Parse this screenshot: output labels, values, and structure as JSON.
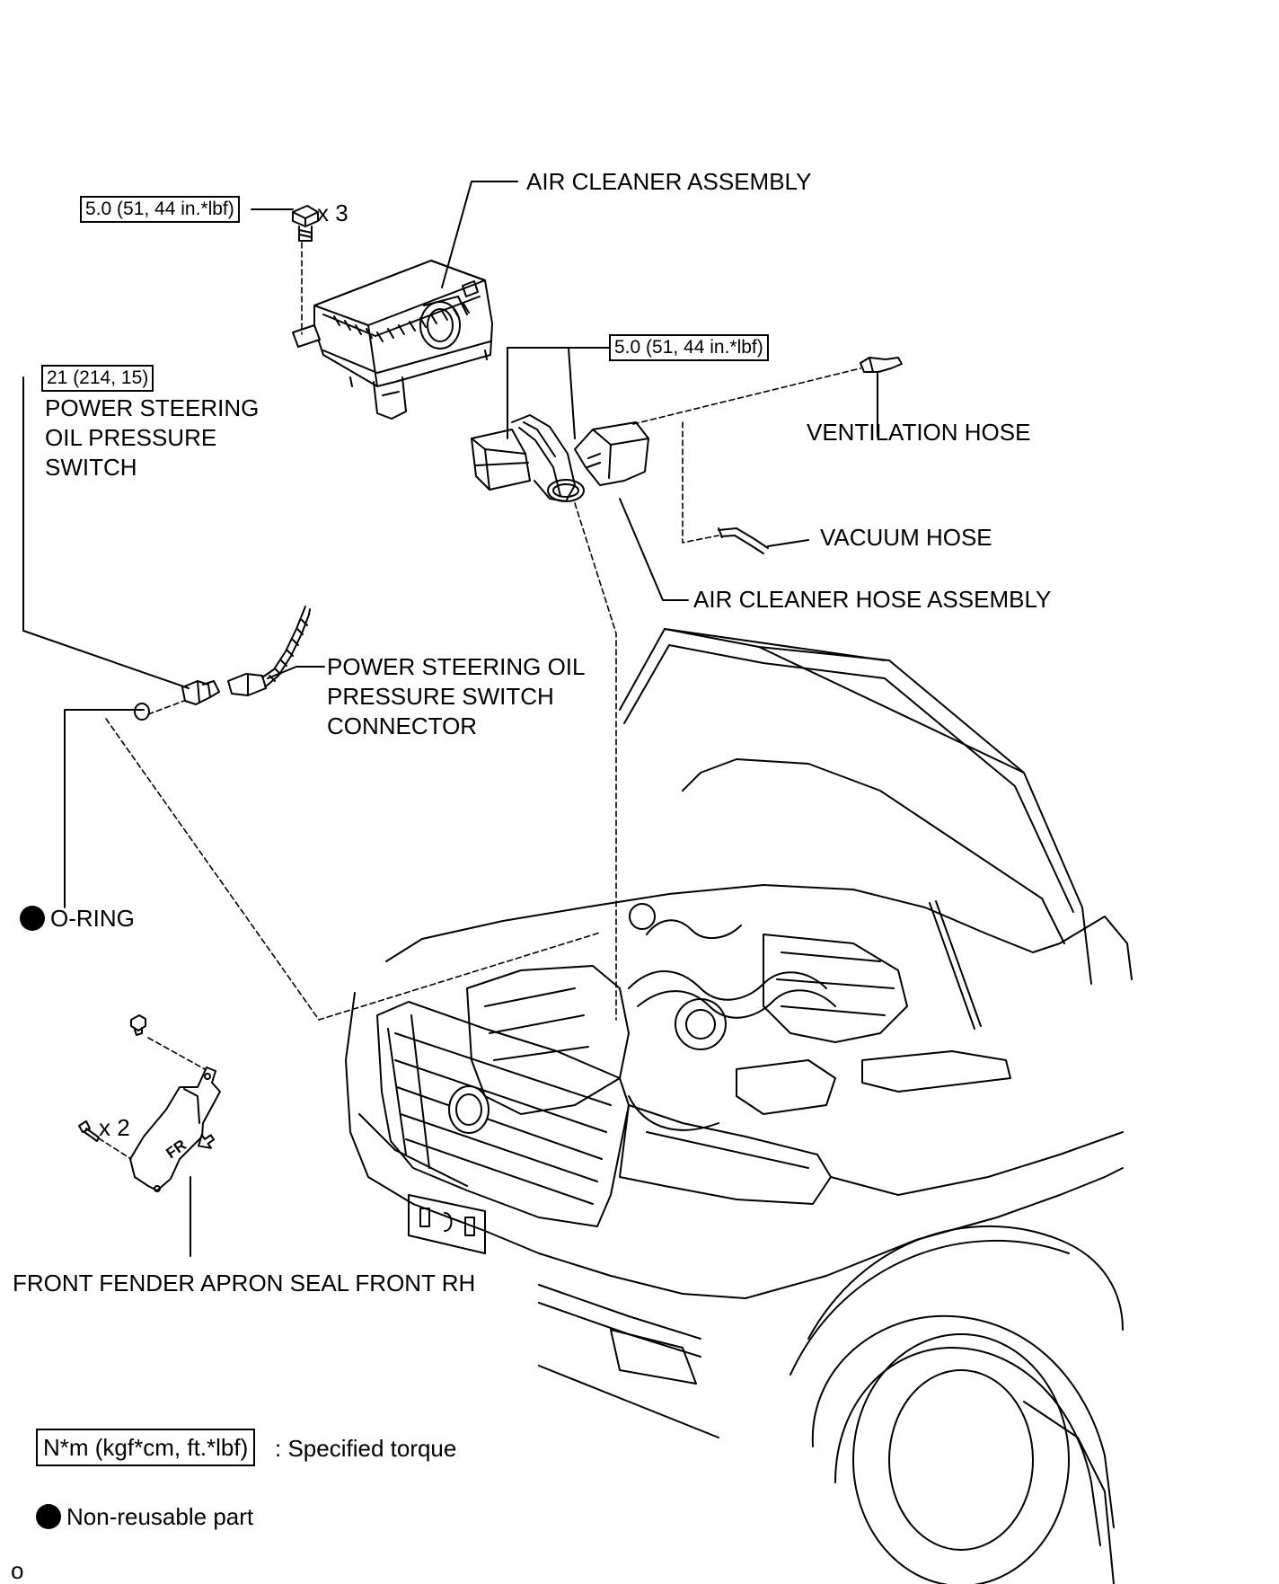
{
  "labels": {
    "air_cleaner_assembly": "AIR CLEANER ASSEMBLY",
    "ventilation_hose": "VENTILATION HOSE",
    "vacuum_hose": "VACUUM HOSE",
    "air_cleaner_hose_assembly": "AIR CLEANER HOSE ASSEMBLY",
    "ps_switch_line1": "POWER STEERING",
    "ps_switch_line2": "OIL PRESSURE",
    "ps_switch_line3": "SWITCH",
    "ps_connector_line1": "POWER STEERING OIL",
    "ps_connector_line2": "PRESSURE SWITCH",
    "ps_connector_line3": "CONNECTOR",
    "o_ring": "O-RING",
    "front_fender_seal": "FRONT FENDER APRON SEAL FRONT RH"
  },
  "torques": {
    "air_cleaner_bolts": "5.0 (51, 44 in.*lbf)",
    "hose_clamps": "5.0 (51, 44 in.*lbf)",
    "ps_switch": "21 (214, 15)"
  },
  "quantities": {
    "air_cleaner_bolts": "x 3",
    "seal_clips": "x 2"
  },
  "part_markings": {
    "fr": "FR"
  },
  "legend": {
    "torque_box": "N*m (kgf*cm, ft.*lbf)",
    "torque_text": ": Specified torque",
    "non_reusable": "Non-reusable part"
  },
  "corner_code": "o",
  "icons": {
    "non_reusable": "filled-circle-icon"
  }
}
